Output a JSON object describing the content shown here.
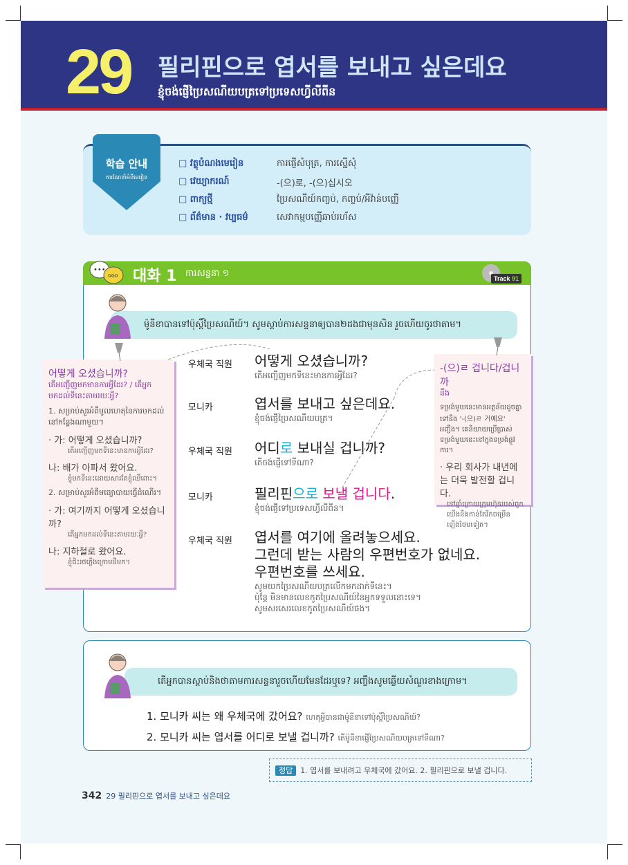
{
  "header": {
    "lesson_number": "29",
    "title": "필리핀으로 엽서를 보내고 싶은데요",
    "subtitle": "ខ្ញុំចង់ផ្ញើប្រៃសណីយបត្រទៅប្រទេសហ្វីលីពីន"
  },
  "guide": {
    "tag": "학습 안내",
    "tag_sub": "ការណែនាំអំពីមេរៀន",
    "items": [
      {
        "label": "□ វត្ថុបំណងមេរៀន",
        "value": "ការផ្ញើសំបុត្រ, ការស្នើសុំ"
      },
      {
        "label": "□ វេយ្យាករណ៍",
        "value": "-(으)로, -(으)십시오"
      },
      {
        "label": "□ ពាក្យថ្មី",
        "value": "ប្រៃសណីយ៍កញ្ចប់, កញ្ចប់/អីវ៉ាន់បញ្ញើ"
      },
      {
        "label": "□ ព័ត៌មាន · វប្បធម៌",
        "value": "សេវាកម្មបញ្ញើឆាប់រហ័ស"
      }
    ]
  },
  "dialogue": {
    "title": "대화 1",
    "title_sub": "ការសន្ទនា ១",
    "track_label": "Track",
    "track_num": "91",
    "instruction": "ម៉ូនីខាបានទៅប៉ុស្តិ៍ប្រៃសណីយ៍។ សូមស្តាប់ការសន្ទនាឲ្យបាន២ដងជាមុនសិន រួចហើយចូរថាតាម។",
    "lines": [
      {
        "speaker": "우체국 직원",
        "ko": "어떻게 오셨습니까?",
        "km": "តើអញ្ជើញមកទីនេះមានការអ្វីដែរ?"
      },
      {
        "speaker": "모니카",
        "ko": "엽서를 보내고 싶은데요.",
        "km": "ខ្ញុំចង់ផ្ញើប្រៃសណីយបត្រ។"
      },
      {
        "speaker": "우체국 직원",
        "ko_a": "어디",
        "ko_b": "로",
        "ko_c": " 보내실 겁니까?",
        "km": "តើចង់ផ្ញើទៅទីណា?"
      },
      {
        "speaker": "모니카",
        "ko_a": "필리핀",
        "ko_b": "으로",
        "ko_c": " 보낼 겁니다",
        "ko_d": ".",
        "km": "ខ្ញុំចង់ផ្ញើទៅប្រទេសហ្វីលីពីន។"
      },
      {
        "speaker": "우체국 직원",
        "ko1": "엽서를 여기에 올려놓으세요.",
        "ko2": "그런데 받는 사람의 우편번호가 없네요.",
        "ko3": "우편번호를 쓰세요.",
        "km1": "សូមយកប្រៃសណីយបត្រលើកមកដាក់ទីនេះ។",
        "km2": "ប៉ុន្តែ មិនមានលេខកូតប្រៃសណីយ៍នៃអ្នកទទួលនោះទេ។",
        "km3": "សូមសរសេរលេខកូតប្រៃសណីយ៍ផង។"
      }
    ]
  },
  "note_left": {
    "title": "어떻게 오셨습니까?",
    "title_km": "តើអញ្ជើញមកមានការអ្វីដែរ? / តើអ្នកមកដល់ទីនេះតាមរយៈអ្វី?",
    "p1": "1. សម្រាប់សួរអំពីមូលហេតុនៃការមកដល់នៅកន្លែងណាមួយ។",
    "ex1a": "· 가: 어떻게 오셨습니까?",
    "ex1ak": "តើអញ្ជើញមកទីនេះមានការអ្វីដែរ?",
    "ex1b": "나: 배가 아파서 왔어요.",
    "ex1bk": "ខ្ញុំមកទីនេះដោយសារតែខ្ញុំឈឺពោះ។",
    "p2": "2. សម្រាប់សួរអំពីមធ្យោបាយធ្វើដំណើរ។",
    "ex2a": "· 가: 여기까지 어떻게 오셨습니까?",
    "ex2ak": "តើអ្នកមកដល់ទីនេះតាមរយៈអ្វី?",
    "ex2b": "나: 지하철로 왔어요.",
    "ex2bk": "ខ្ញុំជិះរថភ្លើងក្រោមដីមក។"
  },
  "note_right": {
    "title": "-(으)ㄹ 겁니다/겁니까",
    "title_km": "នឹង",
    "p": "ទម្រង់មួយនេះមានអត្ថន័យដូចគ្នាទៅនឹង '-(으)ㄹ 거예요' អញ្ចឹង។ គេនិយាយប្រើប្រាស់ទម្រង់មួយនេះនៅក្នុងទម្រង់ផ្លូវការ។",
    "ex": "· 우리 회사가 내년에는 더욱 발전할 겁니다.",
    "exk": "នៅឆ្នាំក្រោយក្រុមហ៊ុនរបស់ពួកយើងនឹងកាន់តែរីកចម្រើនឡើងថែមទៀត។"
  },
  "questions": {
    "instruction": "តើអ្នកបានស្តាប់និងថាតាមការសន្ទនារួចហើយមែនដែរឬទេ? អញ្ចឹងសូមឆ្លើយសំណួរខាងក្រោម។",
    "items": [
      {
        "ko": "1. 모니카 씨는 왜 우체국에 갔어요?",
        "km": "ហេតុអ្វីបានជាម៉ូនីខាទៅប៉ុស្តិ៍ប្រៃសណីយ៍?"
      },
      {
        "ko": "2. 모니카 씨는 엽서를 어디로 보낼 겁니까?",
        "km": "តើម៉ូនីខាផ្ញើប្រៃសណីយបត្រទៅទីណា?"
      }
    ]
  },
  "answer": {
    "badge": "정답",
    "text": "1. 엽서를 보내려고 우체국에 갔어요.  2. 필리핀으로 보낼 겁니다."
  },
  "footer": {
    "page": "342",
    "title": "29 필리핀으로 엽서를 보내고 싶은데요"
  },
  "colors": {
    "banner": "#2e3585",
    "accent_green": "#78c22a",
    "accent_blue": "#2a8ab5",
    "highlight_pink": "#e0168a",
    "highlight_cyan": "#1ab0d8"
  }
}
